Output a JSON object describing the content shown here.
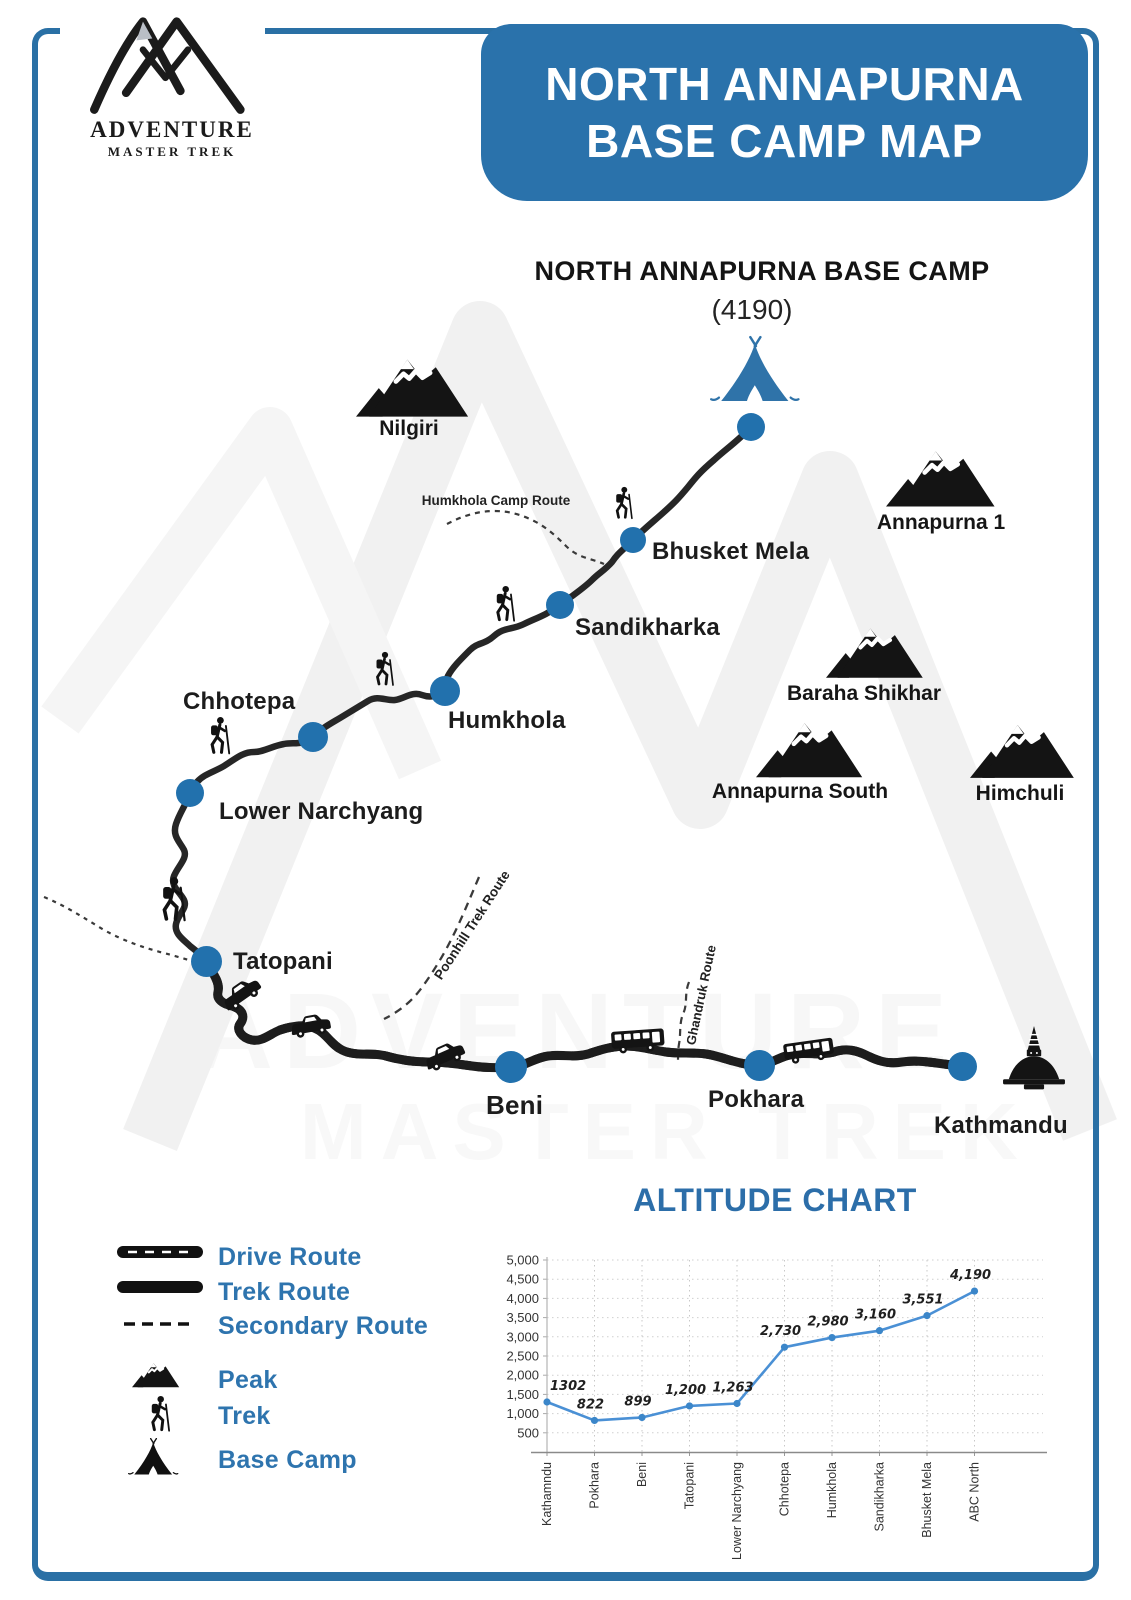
{
  "brand": {
    "line1": "ADVENTURE",
    "line2": "MASTER TREK"
  },
  "title": {
    "line1": "NORTH ANNAPURNA",
    "line2": "BASE CAMP MAP"
  },
  "map": {
    "heading": {
      "name": "NORTH ANNAPURNA BASE CAMP",
      "elevation": "(4190)"
    },
    "stops": [
      {
        "id": "bhusket-mela",
        "label": "Bhusket Mela"
      },
      {
        "id": "sandikharka",
        "label": "Sandikharka"
      },
      {
        "id": "humkhola",
        "label": "Humkhola"
      },
      {
        "id": "chhotepa",
        "label": "Chhotepa"
      },
      {
        "id": "lower-narchyang",
        "label": "Lower Narchyang"
      },
      {
        "id": "tatopani",
        "label": "Tatopani"
      },
      {
        "id": "beni",
        "label": "Beni"
      },
      {
        "id": "pokhara",
        "label": "Pokhara"
      },
      {
        "id": "kathmandu",
        "label": "Kathmandu"
      }
    ],
    "peaks": [
      {
        "label": "Nilgiri"
      },
      {
        "label": "Annapurna 1"
      },
      {
        "label": "Baraha Shikhar"
      },
      {
        "label": "Annapurna South"
      },
      {
        "label": "Himchuli"
      }
    ],
    "route_labels": [
      {
        "label": "Humkhola Camp Route"
      },
      {
        "label": "Poonhill Trek Route"
      },
      {
        "label": "Ghandruk Route"
      }
    ],
    "watermark": {
      "line1": "ADVENTURE",
      "line2": "MASTER TREK"
    }
  },
  "legend": {
    "route_items": [
      {
        "label": "Drive Route"
      },
      {
        "label": "Trek Route"
      },
      {
        "label": "Secondary Route"
      }
    ],
    "icon_items": [
      {
        "label": "Peak",
        "icon": "mountain-icon"
      },
      {
        "label": "Trek",
        "icon": "hiker-icon"
      },
      {
        "label": "Base Camp",
        "icon": "tent-icon"
      }
    ]
  },
  "colors": {
    "frame_blue": "#2a70a5",
    "title_box_blue": "#2a72ab",
    "marker_blue": "#2271ad",
    "legend_text_blue": "#2e74ae",
    "chart_line_blue": "#4a90d5",
    "route_black": "#1d1d1d"
  },
  "chart_data": {
    "type": "line",
    "title": "ALTITUDE CHART",
    "categories": [
      "Kathamndu",
      "Pokhara",
      "Beni",
      "Tatopani",
      "Lower Narchyang",
      "Chhotepa",
      "Humkhola",
      "Sandikharka",
      "Bhusket Mela",
      "ABC North"
    ],
    "values": [
      1302,
      822,
      899,
      1200,
      1263,
      2730,
      2980,
      3160,
      3551,
      4190
    ],
    "value_labels": [
      "1302",
      "822",
      "899",
      "1,200",
      "1,263",
      "2,730",
      "2,980",
      "3,160",
      "3,551",
      "4,190"
    ],
    "y_ticks": [
      500,
      1000,
      1500,
      2000,
      2500,
      3000,
      3500,
      4000,
      4500,
      5000
    ],
    "y_tick_labels": [
      "500",
      "1,000",
      "1,500",
      "2,000",
      "2,500",
      "3,000",
      "3,500",
      "4,000",
      "4,500",
      "5,000"
    ],
    "ylim": [
      0,
      5000
    ],
    "grid": "dotted",
    "legend_position": "none",
    "line_color": "#4a90d5",
    "marker_color": "#3b86c9"
  }
}
